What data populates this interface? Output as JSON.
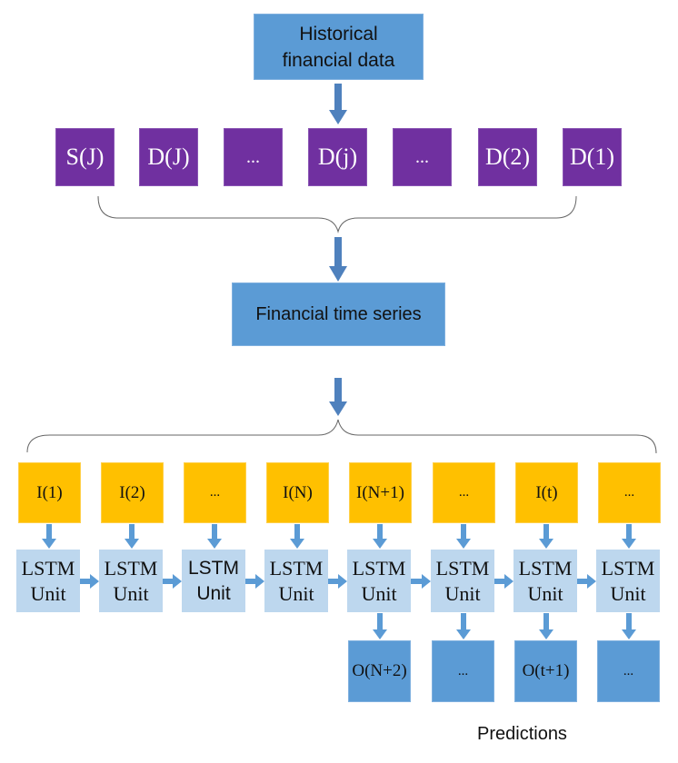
{
  "source_box": {
    "lines": [
      "Historical",
      "financial data"
    ]
  },
  "components": [
    "S(J)",
    "D(J)",
    "...",
    "D(j)",
    "...",
    "D(2)",
    "D(1)"
  ],
  "series_box": {
    "label": "Financial time series"
  },
  "inputs": [
    "I(1)",
    "I(2)",
    "...",
    "I(N)",
    "I(N+1)",
    "...",
    "I(t)",
    "..."
  ],
  "lstm_units": [
    {
      "line1": "LSTM",
      "line2": "Unit"
    },
    {
      "line1": "LSTM",
      "line2": "Unit"
    },
    {
      "line1": "LSTM",
      "line2": "Unit"
    },
    {
      "line1": "LSTM",
      "line2": "Unit"
    },
    {
      "line1": "LSTM",
      "line2": "Unit"
    },
    {
      "line1": "LSTM",
      "line2": "Unit"
    },
    {
      "line1": "LSTM",
      "line2": "Unit"
    },
    {
      "line1": "LSTM",
      "line2": "Unit"
    }
  ],
  "outputs": [
    "O(N+2)",
    "...",
    "O(t+1)",
    "..."
  ],
  "predictions_label": "Predictions",
  "colors": {
    "blue_box": "#5b9bd5",
    "purple_box": "#7030a0",
    "yellow_box": "#ffc000",
    "lstm_box": "#bdd7ee",
    "arrow_dark": "#4f81bd",
    "arrow_light": "#5b9bd5",
    "brace": "#666666"
  }
}
